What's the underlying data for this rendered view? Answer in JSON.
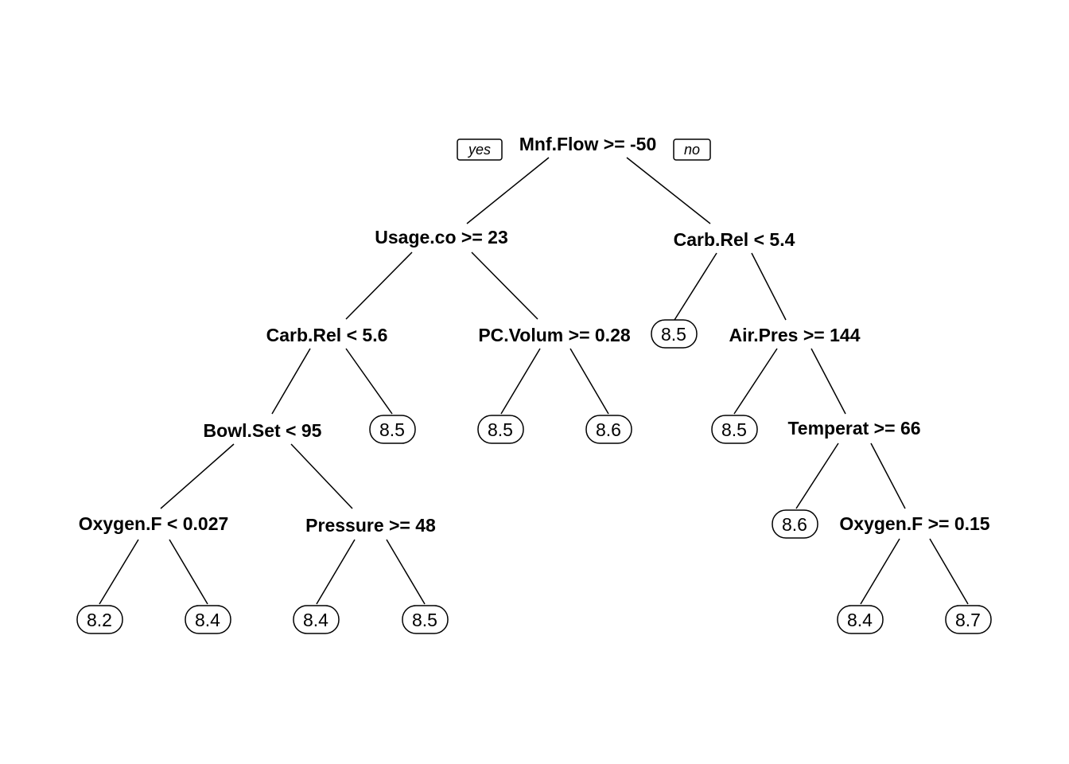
{
  "branch_labels": {
    "yes": "yes",
    "no": "no"
  },
  "splits": {
    "root": "Mnf.Flow >= -50",
    "n2": "Usage.co >= 23",
    "n3": "Carb.Rel < 5.4",
    "n4": "Carb.Rel < 5.6",
    "n5": "PC.Volum >= 0.28",
    "n7": "Air.Pres >= 144",
    "n8": "Bowl.Set < 95",
    "n15": "Temperat >= 66",
    "n16": "Oxygen.F < 0.027",
    "n17": "Pressure >= 48",
    "n31": "Oxygen.F >= 0.15"
  },
  "leaves": {
    "l32": "8.2",
    "l33": "8.4",
    "l34": "8.4",
    "l35": "8.5",
    "l9": "8.5",
    "l10": "8.5",
    "l11": "8.6",
    "l6": "8.5",
    "l14": "8.5",
    "l30": "8.6",
    "l62": "8.4",
    "l63": "8.7"
  }
}
